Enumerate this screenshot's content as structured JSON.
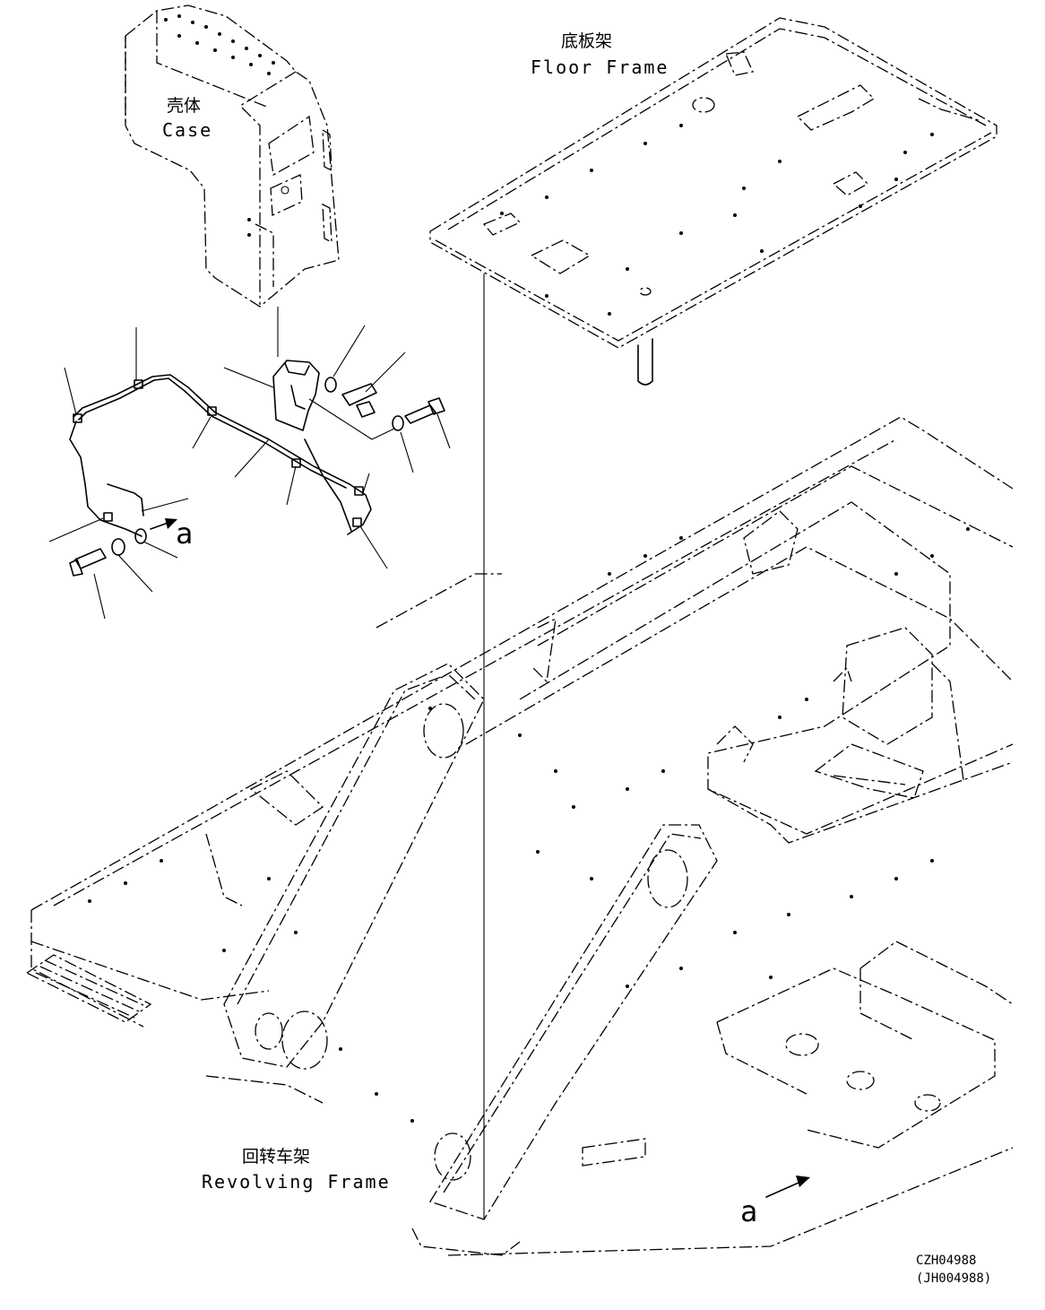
{
  "labels": {
    "case_cn": "壳体",
    "case_en": "Case",
    "floor_cn": "底板架",
    "floor_en": "Floor Frame",
    "revolving_cn": "回转车架",
    "revolving_en": "Revolving Frame",
    "view_a_upper": "a",
    "view_a_lower": "a",
    "drawing_no": "CZH04988",
    "drawing_no_alt": "(JH004988)"
  }
}
